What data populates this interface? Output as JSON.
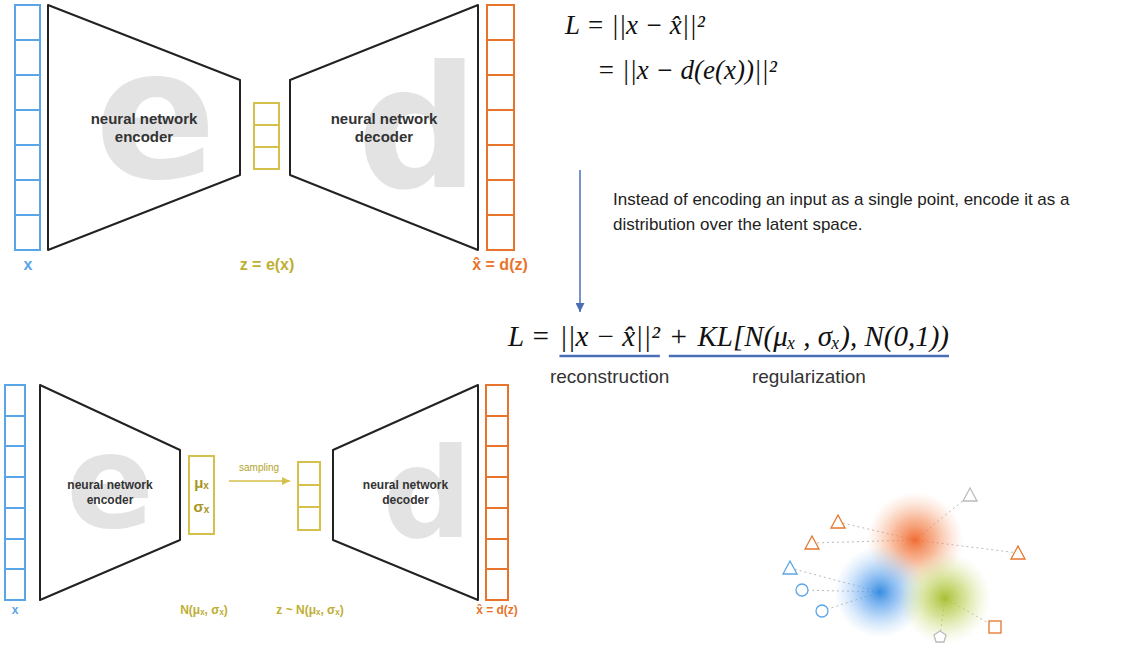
{
  "diagram": {
    "nodes": [
      {
        "text": [
          "e",
          "neural network encoder"
        ]
      },
      {
        "text": [
          "d",
          "neural network decoder"
        ]
      },
      {
        "text": [
          "e",
          "neural network encoder"
        ]
      },
      {
        "text": [
          "μₓ",
          "σₓ"
        ]
      },
      {
        "text": [
          "d",
          "neural network decoder"
        ]
      }
    ],
    "labels": [
      "x",
      "z = e(x)",
      "x̂ = d(z)",
      "L = ||x − x̂||²",
      "= ||x − d(e(x))||²",
      "Instead of encoding an input as a single point, encode it as a distribution over the latent space.",
      "x",
      "N(μₓ, σₓ)",
      "sampling",
      "z ~ N(μₓ, σₓ)",
      "x̂ = d(z)",
      "L =",
      "||x − x̂||²",
      "+",
      "KL[N(μₓ , σₓ), N(0,1))",
      "reconstruction",
      "regularization"
    ]
  }
}
